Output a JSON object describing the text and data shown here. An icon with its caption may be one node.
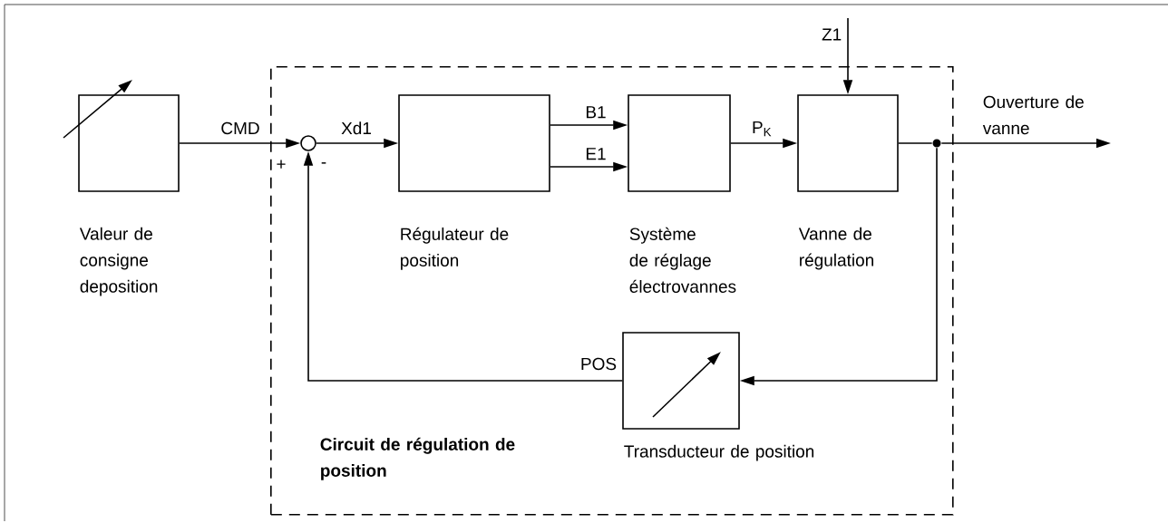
{
  "diagram": {
    "nodes": [
      {
        "text": [
          "Circuit de régulation de position"
        ]
      },
      {
        "text": [
          "Valeur de consigne deposition"
        ]
      },
      {
        "text": [],
        "shape": "circle",
        "in": 0
      },
      {
        "text": [
          "Régulateur de position"
        ],
        "in": 0
      },
      {
        "text": [
          "Système de réglage électrovannes"
        ],
        "in": 0
      },
      {
        "text": [
          "Vanne de régulation"
        ],
        "in": 0
      },
      {
        "text": [
          "Transducteur de position"
        ],
        "in": 0
      },
      {
        "text": [],
        "shape": "circle",
        "in": 0
      }
    ],
    "edges": [
      {
        "from": 1,
        "to": 2,
        "arrow": "to",
        "label": "CMD"
      },
      {
        "from": 2,
        "to": 3,
        "arrow": "to",
        "label": "Xd1"
      },
      {
        "from": 3,
        "to": 4,
        "arrow": "to",
        "label": "B1"
      },
      {
        "from": 3,
        "to": 4,
        "arrow": "to",
        "label": "E1"
      },
      {
        "from": 4,
        "to": 5,
        "arrow": "to",
        "label": "P$_{K}$"
      },
      {
        "from": null,
        "to": 5,
        "arrow": "to",
        "label": "Z1"
      },
      {
        "from": 5,
        "to": 7,
        "arrow": "none"
      },
      {
        "from": 7,
        "to": null,
        "arrow": "to",
        "label": "Ouverture de vanne"
      },
      {
        "from": 7,
        "to": 6,
        "arrow": "to"
      },
      {
        "from": 6,
        "to": 2,
        "arrow": "to",
        "label": "POS"
      }
    ],
    "labels": [
      "+",
      "-"
    ]
  }
}
